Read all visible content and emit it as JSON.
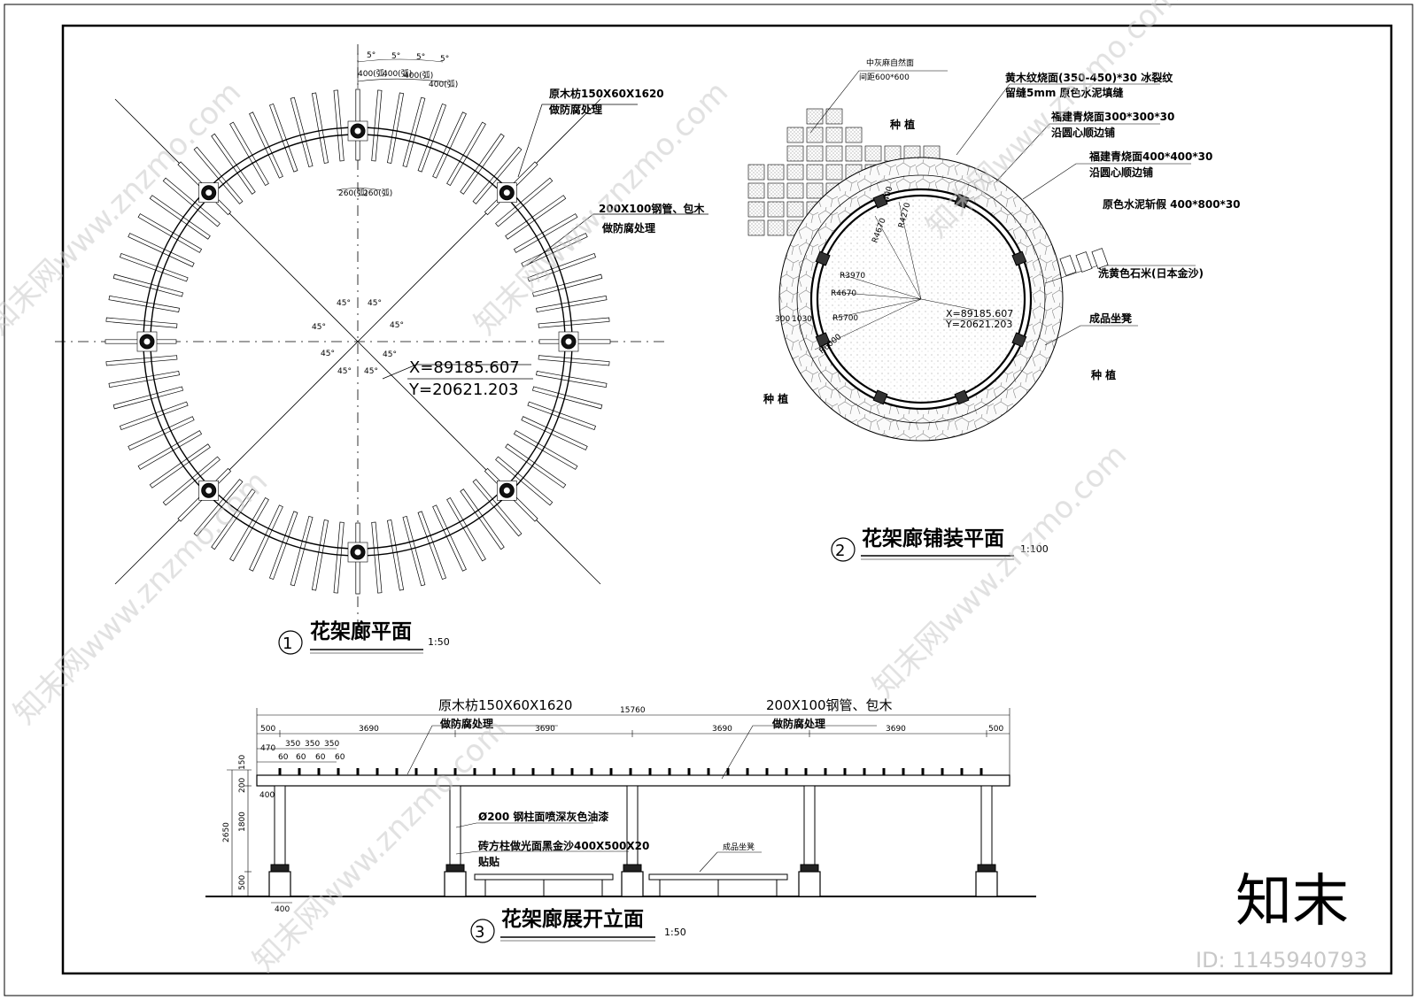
{
  "plan": {
    "title": "花架廊平面",
    "number": "①",
    "scale": "1:50",
    "note_timber_a": "原木枋150X60X1620",
    "note_timber_b": "做防腐处理",
    "note_steel_a": "200X100钢管、包木",
    "note_steel_b": "做防腐处理",
    "angle": "45°",
    "dim_5": "5°",
    "dim_400": "400(弧)",
    "dim_260": "260(弧)",
    "coord_x": "X=89185.607",
    "coord_y": "Y=20621.203"
  },
  "paving": {
    "title": "花架廊铺装平面",
    "number": "②",
    "scale": "1:100",
    "note_feature_a": "中灰麻自然面",
    "note_feature_b": "间距600*600",
    "note_yellow_a": "黄木纹烧面(350-450)*30 冰裂纹",
    "note_yellow_b": "留缝5mm 原色水泥填缝",
    "note_fujian300_a": "福建青烧面300*300*30",
    "note_fujian300_b": "沿圆心顺边铺",
    "note_fujian400_a": "福建青烧面400*400*30",
    "note_fujian400_b": "沿圆心顺边铺",
    "note_cement": "原色水泥斩假 400*800*30",
    "note_sand": "洗黄色石米(日本金沙)",
    "note_bench": "成品坐凳",
    "planting": "种 植",
    "r4270": "R4270",
    "r4670a": "R4670",
    "r400": "400",
    "r3970": "R3970",
    "r4670b": "R4670",
    "r5700": "R5700",
    "r6000": "R6000",
    "d300": "300",
    "d1030": "1030",
    "coord_x": "X=89185.607",
    "coord_y": "Y=20621.203"
  },
  "elevation": {
    "title": "花架廊展开立面",
    "number": "③",
    "scale": "1:50",
    "note_timber_a": "原木枋150X60X1620",
    "note_timber_b": "做防腐处理",
    "note_steel_a": "200X100钢管、包木",
    "note_steel_b": "做防腐处理",
    "note_pipe": "Ø200 钢柱面喷深灰色油漆",
    "note_base_a": "砖方柱做光面黑金沙400X500X20",
    "note_base_b": "贴贴",
    "note_bench": "成品坐凳",
    "total": "15760",
    "d500": "500",
    "d3690": "3690",
    "d470": "470",
    "d350": "350",
    "d60": "60",
    "h150": "150",
    "h200": "200",
    "h400": "400",
    "h1800": "1800",
    "h2650": "2650",
    "h500": "500",
    "w400": "400"
  },
  "watermark": {
    "site": "知末网www.znzmo.com",
    "logo": "知末",
    "id": "ID: 1145940793"
  }
}
